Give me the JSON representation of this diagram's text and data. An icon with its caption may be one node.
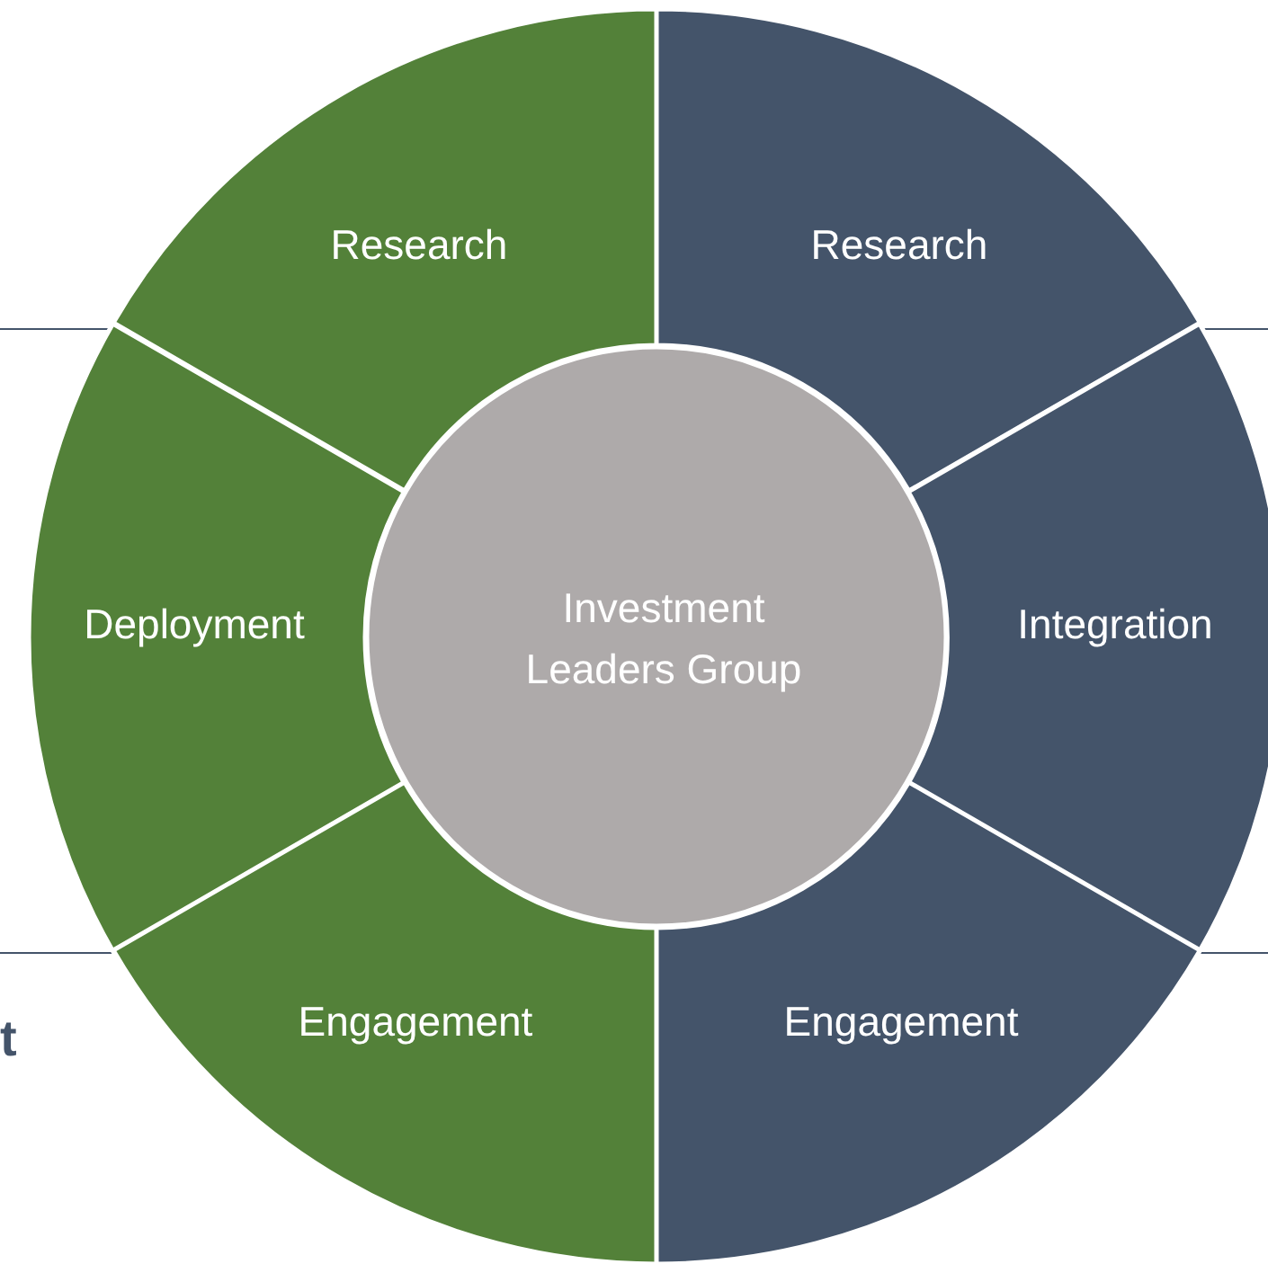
{
  "diagram": {
    "nodes": [
      {
        "text": [
          "Research"
        ]
      },
      {
        "text": [
          "Research"
        ]
      },
      {
        "text": [
          "Deployment"
        ]
      },
      {
        "text": [
          "Investment Leaders Group"
        ]
      },
      {
        "text": [
          "Integration"
        ]
      },
      {
        "text": [
          "Engagement"
        ]
      },
      {
        "text": [
          "Engagement"
        ]
      }
    ],
    "labels": [
      "t"
    ]
  }
}
